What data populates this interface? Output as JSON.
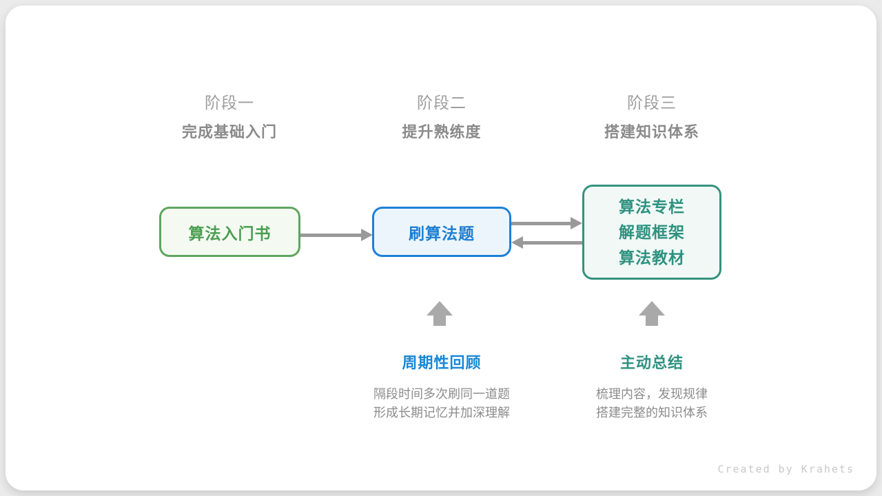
{
  "stages": [
    {
      "label": "阶段一",
      "subtitle": "完成基础入门"
    },
    {
      "label": "阶段二",
      "subtitle": "提升熟练度"
    },
    {
      "label": "阶段三",
      "subtitle": "搭建知识体系"
    }
  ],
  "nodes": [
    {
      "title": "算法入门书"
    },
    {
      "title": "刷算法题"
    },
    {
      "lines": [
        "算法专栏",
        "解题框架",
        "算法教材"
      ]
    }
  ],
  "annotations": [
    {
      "title": "周期性回顾",
      "desc_lines": [
        "隔段时间多次刷同一道题",
        "形成长期记忆并加深理解"
      ]
    },
    {
      "title": "主动总结",
      "desc_lines": [
        "梳理内容，发现规律",
        "搭建完整的知识体系"
      ]
    }
  ],
  "icons": {
    "right_arrow": "arrow-right-icon",
    "left_arrow": "arrow-left-icon",
    "up_arrow": "arrow-up-icon"
  },
  "colors": {
    "green_border": "#5fa55f",
    "green_text": "#4a9e52",
    "green_bg": "#f4faf1",
    "blue_border": "#1b80d8",
    "blue_text": "#1b7fd4",
    "blue_bg": "#edf5fc",
    "teal_border": "#35927e",
    "teal_text": "#2e9180",
    "teal_bg": "#f1f8f5",
    "anno_blue": "#1787d7",
    "anno_teal": "#2e9180",
    "arrow_gray": "#999999",
    "block_arrow_gray": "#a9a9a9",
    "heading_gray": "#9d9d9d",
    "subtitle_gray": "#8a8a8a",
    "desc_gray": "#8c8c8c",
    "page_bg": "#ebebeb",
    "card_bg": "#ffffff"
  },
  "credit": "Created by Krahets"
}
